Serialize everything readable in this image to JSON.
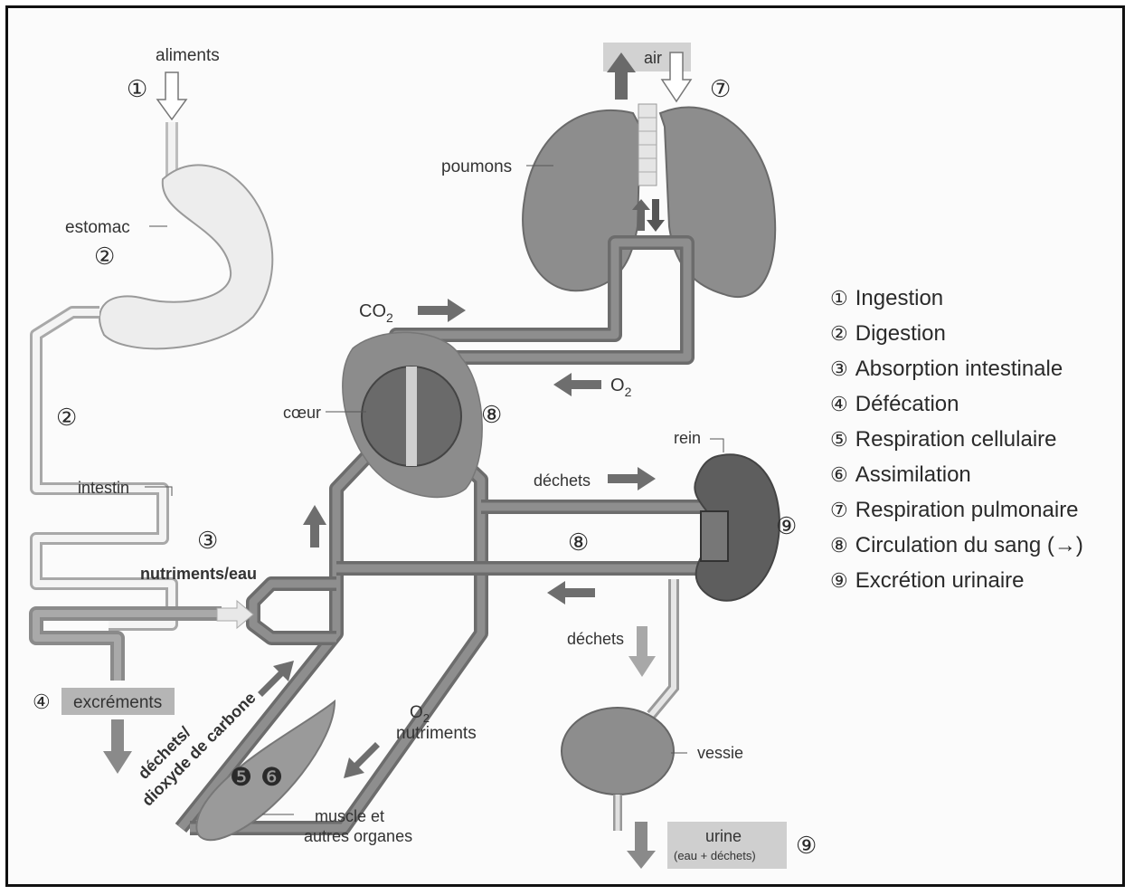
{
  "labels": {
    "aliments": "aliments",
    "estomac": "estomac",
    "poumons": "poumons",
    "air": "air",
    "co2_prefix": "CO",
    "co2_sub": "2",
    "o2_prefix": "O",
    "o2_sub": "2",
    "coeur": "cœur",
    "intestin": "intestin",
    "nutriments_eau": "nutriments/eau",
    "dechets": "déchets",
    "rein": "rein",
    "excrements": "excréments",
    "dechets_co2_line1": "déchets/",
    "dechets_co2_line2": "dioxyde de carbone",
    "o2_nutriments_sub": "2",
    "nutriments": "nutriments",
    "vessie": "vessie",
    "muscle_line1": "muscle et",
    "muscle_line2": "autres organes",
    "urine": "urine",
    "urine_detail": "(eau + déchets)"
  },
  "markers": {
    "m1": "①",
    "m2a": "②",
    "m2b": "②",
    "m3": "③",
    "m4": "④",
    "m5": "❺",
    "m6": "❻",
    "m7": "⑦",
    "m8a": "⑧",
    "m8b": "⑧",
    "m9a": "⑨",
    "m9b": "⑨"
  },
  "legend": [
    {
      "num": "①",
      "text": "Ingestion"
    },
    {
      "num": "②",
      "text": "Digestion"
    },
    {
      "num": "③",
      "text": "Absorption intestinale"
    },
    {
      "num": "④",
      "text": "Défécation"
    },
    {
      "num": "⑤",
      "text": "Respiration cellulaire"
    },
    {
      "num": "⑥",
      "text": "Assimilation"
    },
    {
      "num": "⑦",
      "text": "Respiration pulmonaire"
    },
    {
      "num": "⑧",
      "text": "Circulation du sang (→)"
    },
    {
      "num": "⑨",
      "text": "Excrétion urinaire"
    }
  ],
  "colors": {
    "vessel": "#7a7a7a",
    "organ": "#8c8c8c",
    "organ_dark": "#5f5f5f",
    "stomach": "#ececec",
    "arrow_dark": "#6e6e6e",
    "arrow_light": "#d9d9d9"
  }
}
